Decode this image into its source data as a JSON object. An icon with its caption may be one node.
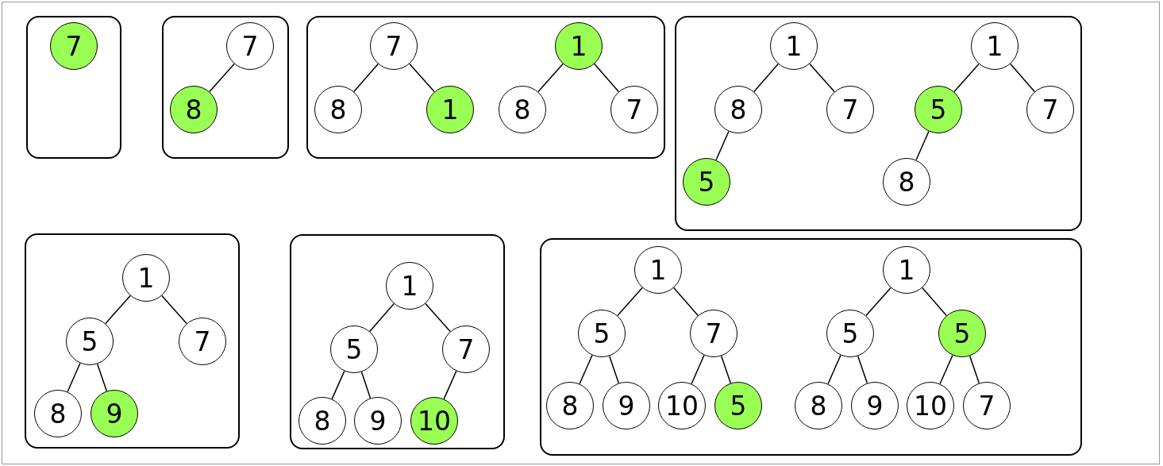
{
  "diagram": {
    "nodes": [
      {
        "text": [],
        "shape": "box"
      },
      {
        "text": [
          "7"
        ],
        "in": 0
      },
      {
        "text": [],
        "shape": "box"
      },
      {
        "text": [
          "7"
        ],
        "in": 2
      },
      {
        "text": [
          "8"
        ],
        "in": 2
      },
      {
        "text": [],
        "shape": "box"
      },
      {
        "text": [
          "7"
        ],
        "in": 5
      },
      {
        "text": [
          "8"
        ],
        "in": 5
      },
      {
        "text": [
          "1"
        ],
        "in": 5
      },
      {
        "text": [
          "1"
        ],
        "in": 5
      },
      {
        "text": [
          "8"
        ],
        "in": 5
      },
      {
        "text": [
          "7"
        ],
        "in": 5
      },
      {
        "text": [],
        "shape": "box"
      },
      {
        "text": [
          "1"
        ],
        "in": 12
      },
      {
        "text": [
          "8"
        ],
        "in": 12
      },
      {
        "text": [
          "7"
        ],
        "in": 12
      },
      {
        "text": [
          "5"
        ],
        "in": 12
      },
      {
        "text": [
          "1"
        ],
        "in": 12
      },
      {
        "text": [
          "5"
        ],
        "in": 12
      },
      {
        "text": [
          "7"
        ],
        "in": 12
      },
      {
        "text": [
          "8"
        ],
        "in": 12
      },
      {
        "text": [],
        "shape": "box"
      },
      {
        "text": [
          "1"
        ],
        "in": 21
      },
      {
        "text": [
          "5"
        ],
        "in": 21
      },
      {
        "text": [
          "7"
        ],
        "in": 21
      },
      {
        "text": [
          "8"
        ],
        "in": 21
      },
      {
        "text": [
          "9"
        ],
        "in": 21
      },
      {
        "text": [],
        "shape": "box"
      },
      {
        "text": [
          "1"
        ],
        "in": 27
      },
      {
        "text": [
          "5"
        ],
        "in": 27
      },
      {
        "text": [
          "7"
        ],
        "in": 27
      },
      {
        "text": [
          "8"
        ],
        "in": 27
      },
      {
        "text": [
          "9"
        ],
        "in": 27
      },
      {
        "text": [
          "10"
        ],
        "in": 27
      },
      {
        "text": [],
        "shape": "box"
      },
      {
        "text": [
          "1"
        ],
        "in": 34
      },
      {
        "text": [
          "5"
        ],
        "in": 34
      },
      {
        "text": [
          "7"
        ],
        "in": 34
      },
      {
        "text": [
          "8"
        ],
        "in": 34
      },
      {
        "text": [
          "9"
        ],
        "in": 34
      },
      {
        "text": [
          "10"
        ],
        "in": 34
      },
      {
        "text": [
          "5"
        ],
        "in": 34
      },
      {
        "text": [
          "1"
        ],
        "in": 34
      },
      {
        "text": [
          "5"
        ],
        "in": 34
      },
      {
        "text": [
          "5"
        ],
        "in": 34
      },
      {
        "text": [
          "8"
        ],
        "in": 34
      },
      {
        "text": [
          "9"
        ],
        "in": 34
      },
      {
        "text": [
          "10"
        ],
        "in": 34
      },
      {
        "text": [
          "7"
        ],
        "in": 34
      }
    ],
    "edges": [
      {
        "from": 3,
        "to": 4,
        "arrow": "none"
      },
      {
        "from": 6,
        "to": 7,
        "arrow": "none"
      },
      {
        "from": 6,
        "to": 8,
        "arrow": "none"
      },
      {
        "from": 9,
        "to": 10,
        "arrow": "none"
      },
      {
        "from": 9,
        "to": 11,
        "arrow": "none"
      },
      {
        "from": 13,
        "to": 14,
        "arrow": "none"
      },
      {
        "from": 13,
        "to": 15,
        "arrow": "none"
      },
      {
        "from": 14,
        "to": 16,
        "arrow": "none"
      },
      {
        "from": 17,
        "to": 18,
        "arrow": "none"
      },
      {
        "from": 17,
        "to": 19,
        "arrow": "none"
      },
      {
        "from": 18,
        "to": 20,
        "arrow": "none"
      },
      {
        "from": 22,
        "to": 23,
        "arrow": "none"
      },
      {
        "from": 22,
        "to": 24,
        "arrow": "none"
      },
      {
        "from": 23,
        "to": 25,
        "arrow": "none"
      },
      {
        "from": 23,
        "to": 26,
        "arrow": "none"
      },
      {
        "from": 28,
        "to": 29,
        "arrow": "none"
      },
      {
        "from": 28,
        "to": 30,
        "arrow": "none"
      },
      {
        "from": 29,
        "to": 31,
        "arrow": "none"
      },
      {
        "from": 29,
        "to": 32,
        "arrow": "none"
      },
      {
        "from": 30,
        "to": 33,
        "arrow": "none"
      },
      {
        "from": 35,
        "to": 36,
        "arrow": "none"
      },
      {
        "from": 35,
        "to": 37,
        "arrow": "none"
      },
      {
        "from": 36,
        "to": 38,
        "arrow": "none"
      },
      {
        "from": 36,
        "to": 39,
        "arrow": "none"
      },
      {
        "from": 37,
        "to": 40,
        "arrow": "none"
      },
      {
        "from": 37,
        "to": 41,
        "arrow": "none"
      },
      {
        "from": 42,
        "to": 43,
        "arrow": "none"
      },
      {
        "from": 42,
        "to": 44,
        "arrow": "none"
      },
      {
        "from": 43,
        "to": 45,
        "arrow": "none"
      },
      {
        "from": 43,
        "to": 46,
        "arrow": "none"
      },
      {
        "from": 44,
        "to": 47,
        "arrow": "none"
      },
      {
        "from": 44,
        "to": 48,
        "arrow": "none"
      }
    ]
  }
}
